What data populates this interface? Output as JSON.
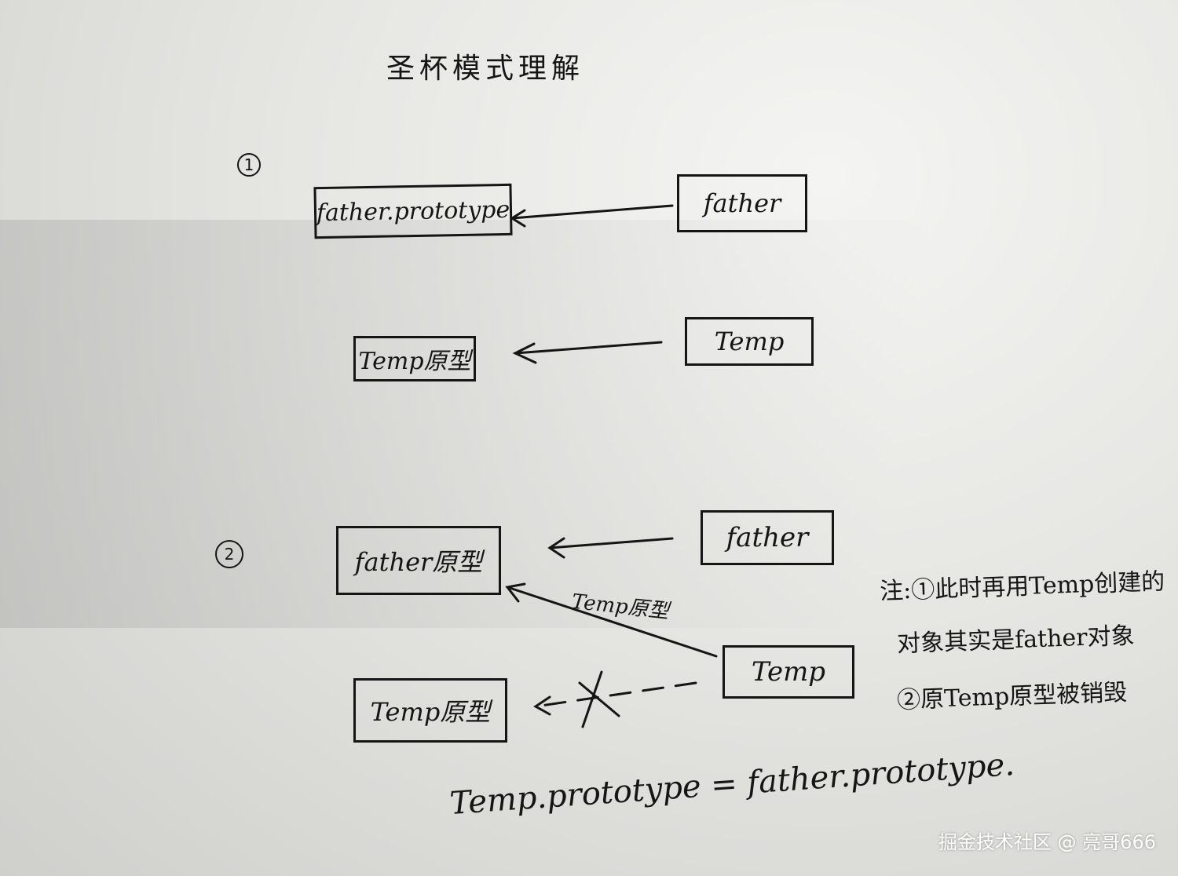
{
  "title": "圣杯模式理解",
  "section1": {
    "number": "1",
    "father_prototype_box": "father.prototype",
    "father_box": "father",
    "temp_proto_box": "Temp原型",
    "temp_box": "Temp"
  },
  "section2": {
    "number": "2",
    "father_proto_box": "father原型",
    "father_box": "father",
    "arrow_label": "Temp原型",
    "temp_box": "Temp",
    "old_temp_proto_box": "Temp原型"
  },
  "note": {
    "line1": "注:①此时再用Temp创建的",
    "line2": "对象其实是father对象",
    "line3": "②原Temp原型被销毁"
  },
  "code_line": "Temp.prototype = father.prototype.",
  "watermark": "掘金技术社区 @ 亮哥666"
}
